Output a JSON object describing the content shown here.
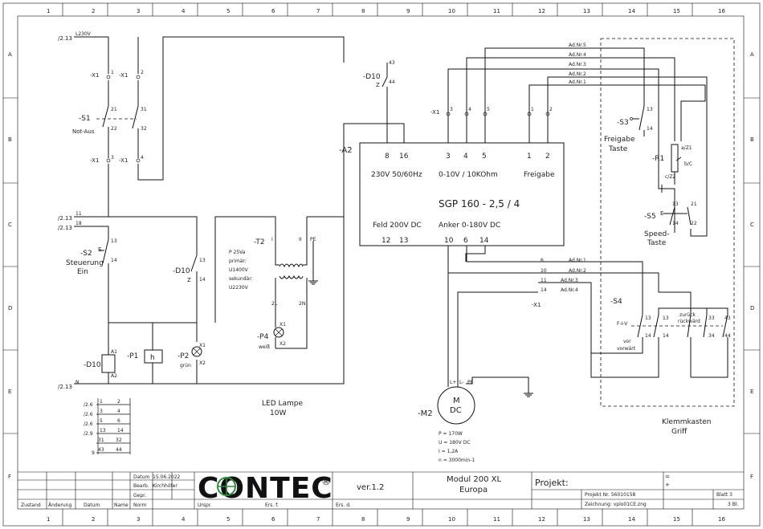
{
  "frame": {
    "cols": [
      "1",
      "2",
      "3",
      "4",
      "5",
      "6",
      "7",
      "8",
      "9",
      "10",
      "11",
      "12",
      "13",
      "14",
      "15",
      "16"
    ],
    "rows": [
      "A",
      "B",
      "C",
      "D",
      "E",
      "F"
    ]
  },
  "refs": {
    "l230": "/2.13",
    "l230_sig": "L230V",
    "r11": "/2.13",
    "r11_n": "11",
    "r18": "/2.13",
    "r18_n": "18",
    "rN": "/2.13",
    "rN_n": "N"
  },
  "components": {
    "x1_1a": "-X1",
    "x1_1a_n": "1",
    "x1_2a": "-X1",
    "x1_2a_n": "2",
    "s1": "-S1",
    "s1_desc": "Not-Aus",
    "s1_21": "21",
    "s1_22": "22",
    "s1_31": "31",
    "s1_32": "32",
    "x1_3a": "-X1",
    "x1_3a_n": "3",
    "x1_4a": "-X1",
    "x1_4a_n": "4",
    "s2": "-S2",
    "s2_desc1": "Steuerung",
    "s2_desc2": "Ein",
    "s2_e": "E",
    "s2_13": "13",
    "s2_14": "14",
    "d10a": "-D10",
    "d10a_n": "Z",
    "d10a_13": "13",
    "d10a_14": "14",
    "d10b": "-D10",
    "d10b_a1": "A1",
    "d10b_a2": "A2",
    "p1": "-P1",
    "p1_sym": "h",
    "p2": "-P2",
    "p2_desc": "grün",
    "p2_x1": "X1",
    "p2_x2": "X2",
    "t2": "-T2",
    "t2_p": "P 25Va",
    "t2_prim_l": "primär:",
    "t2_prim_v": "U1400V",
    "t2_sek_l": "sekundär:",
    "t2_sek_v": "U2230V",
    "t2_i": "I",
    "t2_ii": "II",
    "t2_pe": "PE",
    "t2_2l": "2L",
    "t2_2n": "2N",
    "p4": "-P4",
    "p4_desc": "weiß",
    "p4_x1": "X1",
    "p4_x2": "X2",
    "d10c": "-D10",
    "d10c_n": "Z",
    "d10c_43": "43",
    "d10c_44": "44",
    "a2": "-A2",
    "x1_main": "-X1",
    "x1_m3": "3",
    "x1_m4": "4",
    "x1_m5": "5",
    "x1_m1": "1",
    "x1_m2": "2",
    "led": "LED Lampe",
    "led_w": "10W",
    "m2": "-M2",
    "m2_m": "M",
    "m2_dc": "DC",
    "m2_l1": "L+",
    "m2_l2": "L-",
    "m2_pe": "PE",
    "m2_p": "P = 170W",
    "m2_u": "U = 180V DC",
    "m2_i": "I = 1,2A",
    "m2_n": "n = 3000min-1",
    "x1_lower": "-X1",
    "x1_l6": "6",
    "x1_l10": "10",
    "x1_l11": "11",
    "x1_l14": "14"
  },
  "drive": {
    "t_8": "8",
    "t_16": "16",
    "t_3": "3",
    "t_4": "4",
    "t_5": "5",
    "t_1": "1",
    "t_2": "2",
    "power": "230V 50/60Hz",
    "analog": "0-10V / 10KOhm",
    "enable": "Freigabe",
    "model": "SGP 160 - 2,5 / 4",
    "field": "Feld 200V DC",
    "anker": "Anker 0-180V DC",
    "t_12": "12",
    "t_13": "13",
    "t_10": "10",
    "t_6": "6",
    "t_14": "14"
  },
  "cable": {
    "c5": "Ad.Nr.5",
    "c4": "Ad.Nr.4",
    "c3": "Ad.Nr.3",
    "c2": "Ad.Nr.2",
    "c1": "Ad.Nr.1",
    "l1": "Ad.Nr.1",
    "l2": "Ad.Nr.2",
    "l3": "Ad.Nr.3",
    "l4": "Ad.Nr.4"
  },
  "grip": {
    "s3": "-S3",
    "s3_13": "13",
    "s3_14": "14",
    "s3_d1": "Freigabe",
    "s3_d2": "Taste",
    "r1": "-R1",
    "r1_a": "a/Z1",
    "r1_b": "b/C",
    "r1_c": "c/Z2",
    "s5": "-S5",
    "s5_e": "E",
    "s5_13": "13",
    "s5_14": "14",
    "s5_21": "21",
    "s5_22": "22",
    "s5_d1": "Speed-",
    "s5_d2": "Taste",
    "s4": "-S4",
    "s4_sym": "F-I-V",
    "s4_c1": "13",
    "s4_c2": "14",
    "s4_c3": "13",
    "s4_c4": "14",
    "s4_c5": "33",
    "s4_c6": "34",
    "s4_c7": "43",
    "s4_c8": "44",
    "s4_vor": "vor",
    "s4_vorw": "vorwärt",
    "s4_zur": "zurück",
    "s4_ruck": "rückwärd",
    "kk1": "Klemmkasten",
    "kk2": "Griff"
  },
  "xref": [
    {
      "ref": "/2.6",
      "a": "1",
      "b": "2"
    },
    {
      "ref": "/2.6",
      "a": "3",
      "b": "4"
    },
    {
      "ref": "/2.6",
      "a": "5",
      "b": "6"
    },
    {
      "ref": "/2.9",
      "a": "13",
      "b": "14"
    },
    {
      "ref": "",
      "a": "31",
      "b": "32"
    },
    {
      "ref": "9",
      "a": "43",
      "b": "44"
    }
  ],
  "title_block": {
    "datum_l": "Datum",
    "datum_v": "15.06.2022",
    "bearb_l": "Bearb.",
    "bearb_v": "Kirchhöfer",
    "gepr_l": "Gepr.",
    "norm_l": "Norm",
    "zustand": "Zustand",
    "aenderung": "Änderung",
    "datum": "Datum",
    "name": "Name",
    "ursp": "Urspr.",
    "ers_f": "Ers. f.",
    "ers_d": "Ers. d.",
    "logo": "CONTEC",
    "reg": "®",
    "version": "ver.1.2",
    "title1": "Modul 200 XL",
    "title2": "Europa",
    "projekt_l": "Projekt:",
    "projekt_nr": "Projekt Nr. 56010158",
    "zeichnung": "Zeichnung: vplo01CE.zng",
    "eq": "=",
    "plus": "+",
    "blatt": "Blatt 3",
    "bl": "3 Bl."
  }
}
